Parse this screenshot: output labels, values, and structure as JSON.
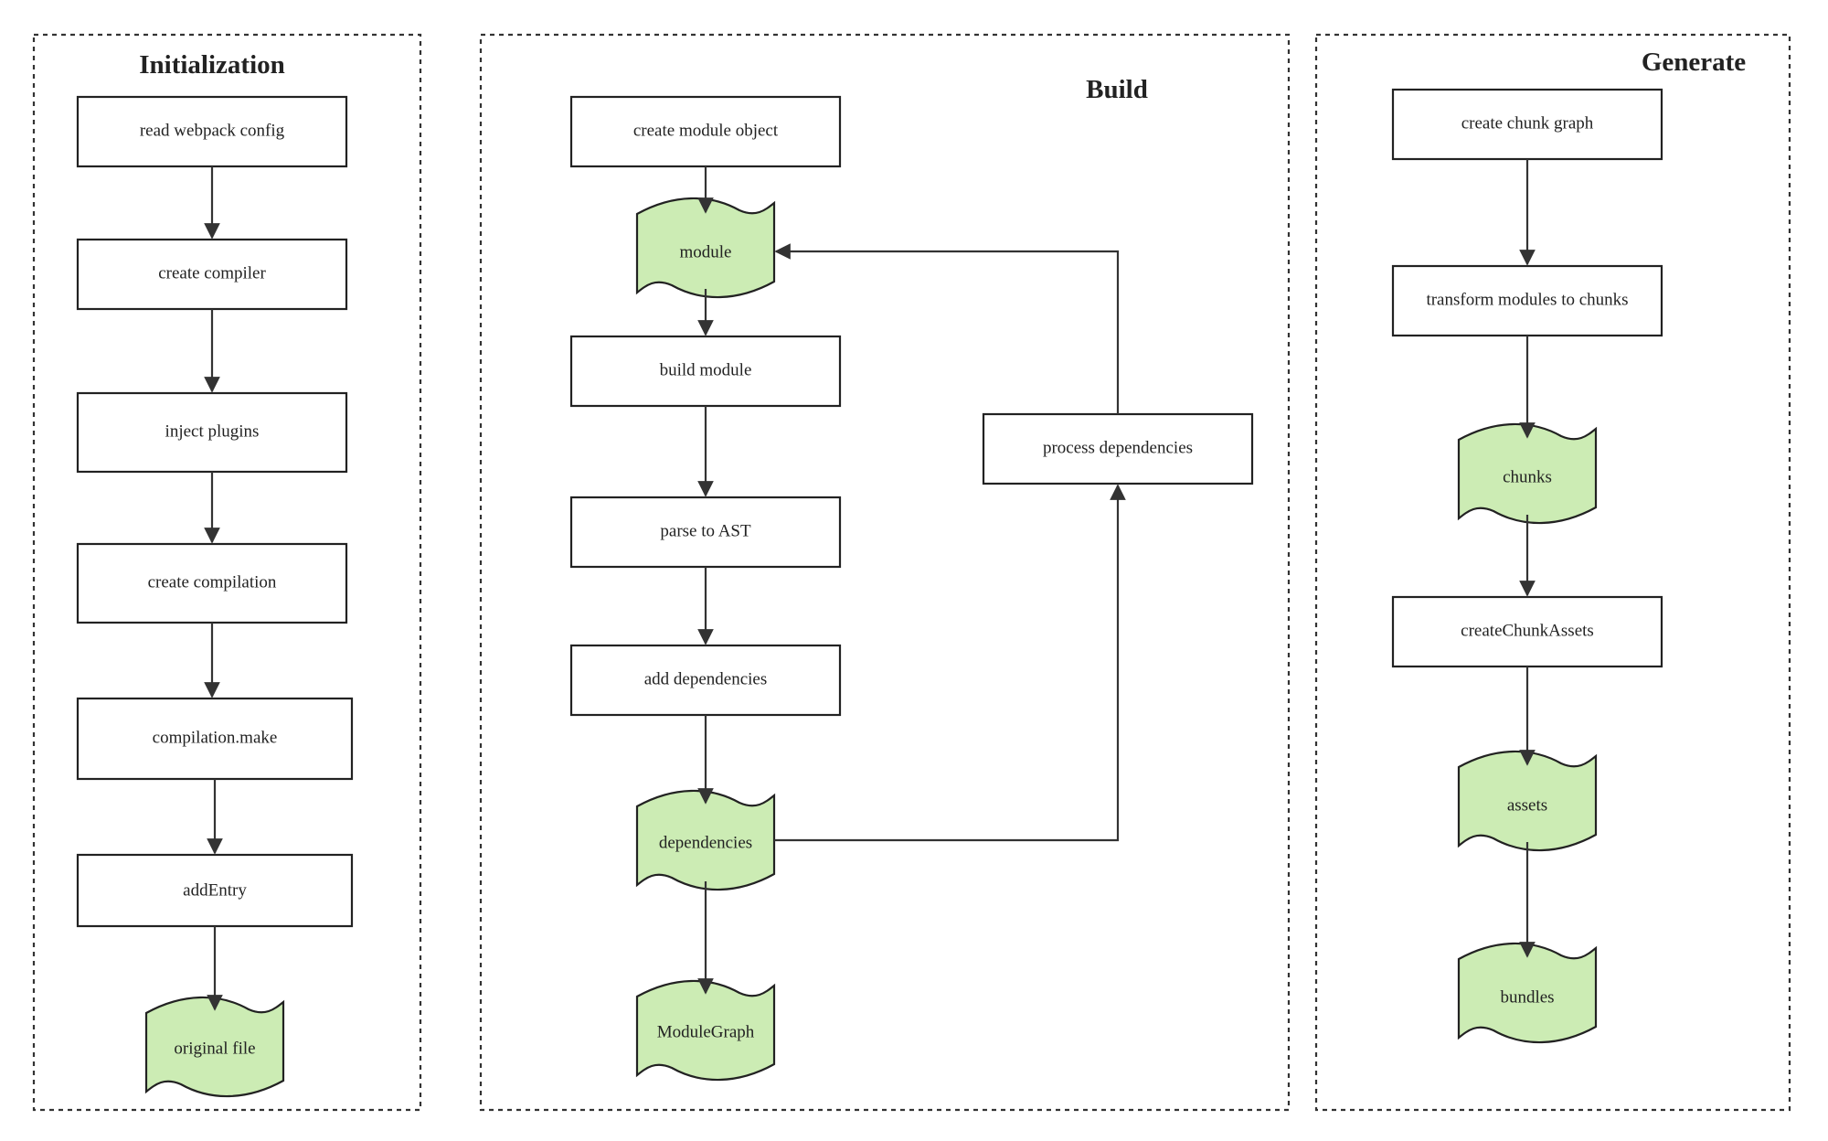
{
  "groups": {
    "initialization": "Initialization",
    "build": "Build",
    "generate": "Generate"
  },
  "nodes": {
    "read_config": "read webpack config",
    "create_compiler": "create compiler",
    "inject_plugins": "inject plugins",
    "create_compilation": "create compilation",
    "compilation_make": "compilation.make",
    "add_entry": "addEntry",
    "original_file": "original file",
    "create_module_object": "create module object",
    "module": "module",
    "build_module": "build module",
    "parse_ast": "parse to AST",
    "add_dependencies": "add dependencies",
    "dependencies": "dependencies",
    "module_graph": "ModuleGraph",
    "process_dependencies": "process dependencies",
    "create_chunk_graph": "create chunk graph",
    "transform_modules": "transform modules to chunks",
    "chunks": "chunks",
    "create_chunk_assets": "createChunkAssets",
    "assets": "assets",
    "bundles": "bundles"
  },
  "colors": {
    "data_node_fill": "#ccecb4",
    "stroke": "#222222"
  }
}
